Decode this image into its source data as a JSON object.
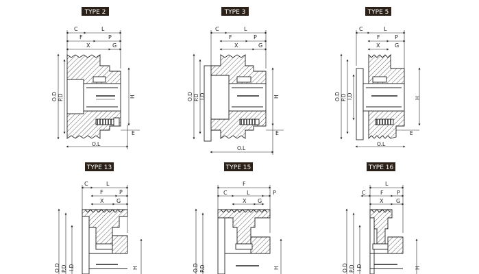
{
  "sheet": {
    "types": [
      {
        "id": "type-2",
        "title": "TYPE 2",
        "labels": {
          "c": "C",
          "l": "L",
          "f": "F",
          "p": "P",
          "x": "X",
          "g": "G",
          "od": "O.D",
          "pd": "P.D",
          "h": "H",
          "e": "E",
          "ol": "O.L"
        }
      },
      {
        "id": "type-3",
        "title": "TYPE 3",
        "labels": {
          "c": "C",
          "l": "L",
          "f": "F",
          "p": "P",
          "x": "X",
          "g": "G",
          "od": "O.D",
          "pd": "P.D",
          "idl": "I.D",
          "h": "H",
          "e": "E",
          "ol": "O.L"
        }
      },
      {
        "id": "type-5",
        "title": "TYPE 5",
        "labels": {
          "c": "C",
          "l": "L",
          "f": "F",
          "p": "P",
          "x": "X",
          "g": "G",
          "od": "O.D",
          "pd": "P.D",
          "idl": "I.D",
          "h": "H",
          "e": "E",
          "ol": "O.L"
        }
      },
      {
        "id": "type-13",
        "title": "TYPE 13",
        "labels": {
          "c": "C",
          "l": "L",
          "f": "F",
          "p": "P",
          "x": "X",
          "g": "G",
          "od": "O.D",
          "pd": "P.D",
          "idl": "I.D",
          "h": "H"
        }
      },
      {
        "id": "type-15",
        "title": "TYPE 15",
        "labels": {
          "f": "F",
          "c": "C",
          "l": "L",
          "p": "P",
          "x": "X",
          "g": "G",
          "od": "O.D",
          "pd": "P.D",
          "h": "H"
        }
      },
      {
        "id": "type-16",
        "title": "TYPE 16",
        "labels": {
          "l": "L",
          "c": "C",
          "f": "F",
          "p": "P",
          "x": "X",
          "g": "G",
          "od": "O.D",
          "pd": "P.D",
          "idl": "I.D",
          "h": "H"
        }
      }
    ],
    "colors": {
      "title_bg": "#2b2118",
      "title_fg": "#ffffff",
      "ink": "#222222",
      "hatch": "#333333"
    }
  }
}
